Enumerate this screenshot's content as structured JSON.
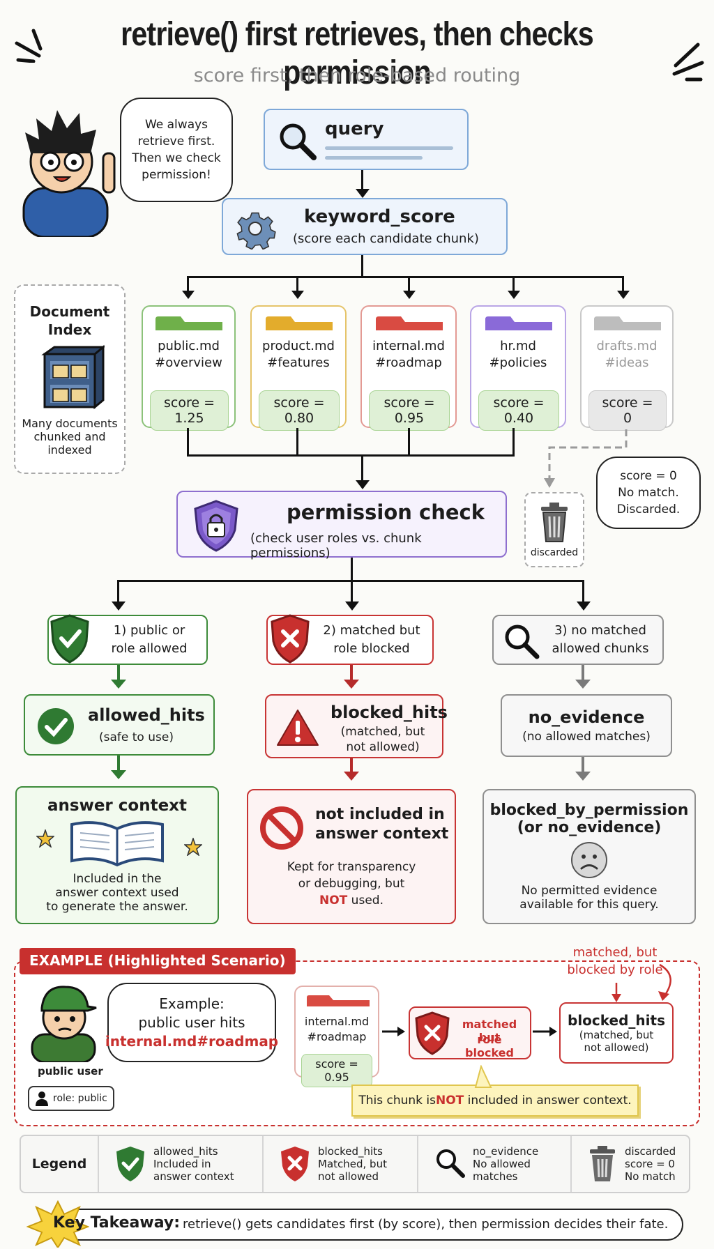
{
  "header": {
    "title": "retrieve() first retrieves, then checks permission",
    "subtitle": "score first, then role-based routing"
  },
  "mascot": {
    "speech": [
      "We always",
      "retrieve first.",
      "Then we check",
      "permission!"
    ]
  },
  "doc_index": {
    "title": [
      "Document",
      "Index"
    ],
    "caption": [
      "Many documents",
      "chunked and",
      "indexed"
    ]
  },
  "query": {
    "label": "query"
  },
  "keyword_score": {
    "label": "keyword_score",
    "sub": "(score each candidate chunk)"
  },
  "chunks": [
    {
      "name": "public.md",
      "anchor": "#overview",
      "score": "score = 1.25",
      "color": "#6fb04a"
    },
    {
      "name": "product.md",
      "anchor": "#features",
      "score": "score = 0.80",
      "color": "#e3ac2c"
    },
    {
      "name": "internal.md",
      "anchor": "#roadmap",
      "score": "score = 0.95",
      "color": "#d94b42"
    },
    {
      "name": "hr.md",
      "anchor": "#policies",
      "score": "score = 0.40",
      "color": "#8a6ad8"
    },
    {
      "name": "drafts.md",
      "anchor": "#ideas",
      "score": "score = 0",
      "color": "#bdbdbd"
    }
  ],
  "discard_note": [
    "score = 0",
    "No match.",
    "Discarded."
  ],
  "discarded_label": "discarded",
  "permission": {
    "label": "permission check",
    "sub": "(check user roles vs. chunk permissions)"
  },
  "branches": {
    "b1": {
      "head": [
        "1) public or",
        "role allowed"
      ],
      "mid": "allowed_hits",
      "mid_sub": [
        "(safe to use)"
      ],
      "end_title": "answer context",
      "end_text": [
        "Included in the",
        "answer context used",
        "to generate the answer."
      ]
    },
    "b2": {
      "head": [
        "2) matched but",
        "role blocked"
      ],
      "mid": "blocked_hits",
      "mid_sub": [
        "(matched, but",
        "not allowed)"
      ],
      "end_title": [
        "not included in",
        "answer context"
      ],
      "end_text1": "Kept for transparency",
      "end_text2": "or debugging, but",
      "end_not": "NOT",
      "end_used": " used."
    },
    "b3": {
      "head": [
        "3) no matched",
        "allowed chunks"
      ],
      "mid": "no_evidence",
      "mid_sub": [
        "(no allowed matches)"
      ],
      "end_title": [
        "blocked_by_permission",
        "(or no_evidence)"
      ],
      "end_text": [
        "No permitted evidence",
        "available for this query."
      ]
    }
  },
  "example": {
    "tag": "EXAMPLE (Highlighted Scenario)",
    "speech1": "Example:",
    "speech2": "public user hits",
    "speech3": "internal.md#roadmap",
    "user_label": "public user",
    "role": "role: public",
    "chunk_name": "internal.md",
    "chunk_anchor": "#roadmap",
    "chunk_score": "score = 0.95",
    "blocked_box": [
      "matched but",
      "role blocked"
    ],
    "result": "blocked_hits",
    "result_sub": [
      "(matched, but",
      "not allowed)"
    ],
    "note": [
      "matched, but",
      "blocked by role"
    ],
    "callout_pre": "This chunk is ",
    "callout_not": "NOT",
    "callout_post": " included in answer context."
  },
  "legend": {
    "title": "Legend",
    "items": [
      {
        "title": "allowed_hits",
        "lines": [
          "Included in",
          "answer context"
        ]
      },
      {
        "title": "blocked_hits",
        "lines": [
          "Matched, but",
          "not allowed"
        ]
      },
      {
        "title": "no_evidence",
        "lines": [
          "No allowed",
          "matches"
        ]
      },
      {
        "title": "discarded",
        "lines": [
          "score = 0",
          "No match"
        ]
      }
    ]
  },
  "takeaway": {
    "label": "Key Takeaway:",
    "text": "retrieve() gets candidates first (by score), then permission decides their fate."
  }
}
